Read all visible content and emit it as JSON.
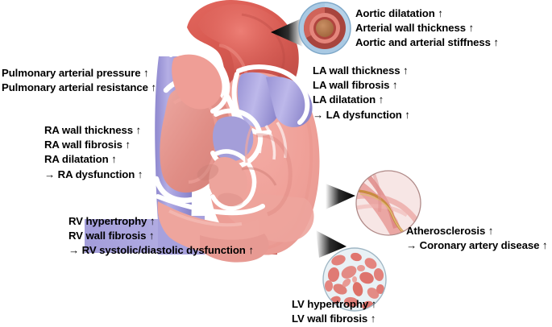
{
  "figure": {
    "title": "Cardiac and vascular structural changes diagram",
    "background_color": "#ffffff"
  },
  "palette": {
    "aorta_red": "#dd5a52",
    "vessel_purple": "#9f9ad6",
    "chamber_pink": "#ef9f98",
    "myocardium_light": "#f2b3ab",
    "outline_white": "#ffffff",
    "text_black": "#000000",
    "inset_vessel_blue": "#a9c9e3",
    "inset_media_dark": "#b0453e",
    "inset_intima_pink": "#e8897f",
    "inset_lumen_tan": "#b5774e",
    "histology_bg": "#e6eff4",
    "histology_tissue": "#e4817c",
    "coronary_bg": "#f6e2e2",
    "coronary_vessel": "#e08a8a",
    "coronary_catheter": "#c98a3e",
    "arrow_dark": "#1a1a1a"
  },
  "annotations": [
    {
      "id": "aortic",
      "name": "annotation-aortic",
      "lines": [
        "Aortic dilatation ↑",
        "Arterial wall thickness ↑",
        "Aortic and arterial stiffness ↑"
      ]
    },
    {
      "id": "pulmonary",
      "name": "annotation-pulmonary",
      "lines": [
        "Pulmonary arterial pressure ↑",
        "Pulmonary arterial resistance ↑"
      ]
    },
    {
      "id": "la",
      "name": "annotation-left-atrium",
      "lines": [
        "LA wall thickness ↑",
        "LA wall fibrosis ↑",
        "LA dilatation ↑",
        "→ LA dysfunction ↑"
      ]
    },
    {
      "id": "ra",
      "name": "annotation-right-atrium",
      "lines": [
        "RA wall thickness ↑",
        "RA wall fibrosis ↑",
        "RA dilatation ↑",
        "→ RA dysfunction ↑"
      ]
    },
    {
      "id": "rv",
      "name": "annotation-right-ventricle",
      "lines": [
        "RV hypertrophy ↑",
        "RV wall fibrosis ↑",
        "→ RV systolic/diastolic dysfunction ↑"
      ]
    },
    {
      "id": "athero",
      "name": "annotation-atherosclerosis",
      "lines": [
        "Atherosclerosis ↑",
        "→ Coronary artery disease ↑"
      ]
    },
    {
      "id": "lv",
      "name": "annotation-left-ventricle",
      "lines": [
        "LV hypertrophy ↑",
        "LV wall fibrosis ↑"
      ]
    }
  ],
  "insets": [
    {
      "id": "aorta-cross-section",
      "name": "inset-aorta-cross-section",
      "description": "arterial wall cross-section",
      "layers": [
        "adventitia",
        "media",
        "intima",
        "lumen"
      ]
    },
    {
      "id": "coronary-artery",
      "name": "inset-coronary-artery",
      "description": "coronary artery with catheter"
    },
    {
      "id": "lv-histology",
      "name": "inset-lv-histology",
      "description": "myocardial histology section"
    }
  ],
  "pointers": [
    {
      "id": "pointer-aorta",
      "name": "pointer-arrow-aorta",
      "direction": "left"
    },
    {
      "id": "pointer-coronary",
      "name": "pointer-arrow-coronary",
      "direction": "right"
    },
    {
      "id": "pointer-lv",
      "name": "pointer-arrow-lv",
      "direction": "right"
    }
  ],
  "heart": {
    "name": "heart-illustration",
    "label": "Cross-sectional anatomical heart illustration"
  }
}
